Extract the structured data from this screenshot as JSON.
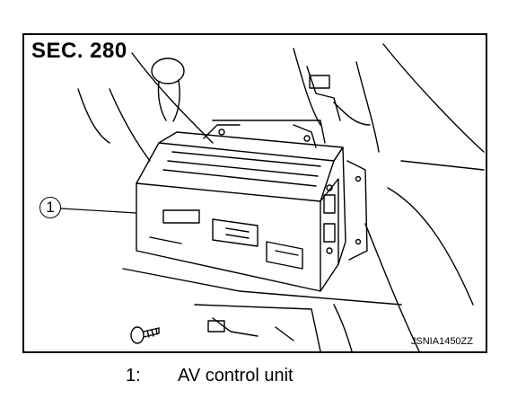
{
  "section_label": "SEC. 280",
  "figure_code": "JSNIA1450ZZ",
  "callouts": [
    {
      "number": "1"
    }
  ],
  "legend": [
    {
      "number": "1:",
      "label": "AV control unit"
    }
  ]
}
